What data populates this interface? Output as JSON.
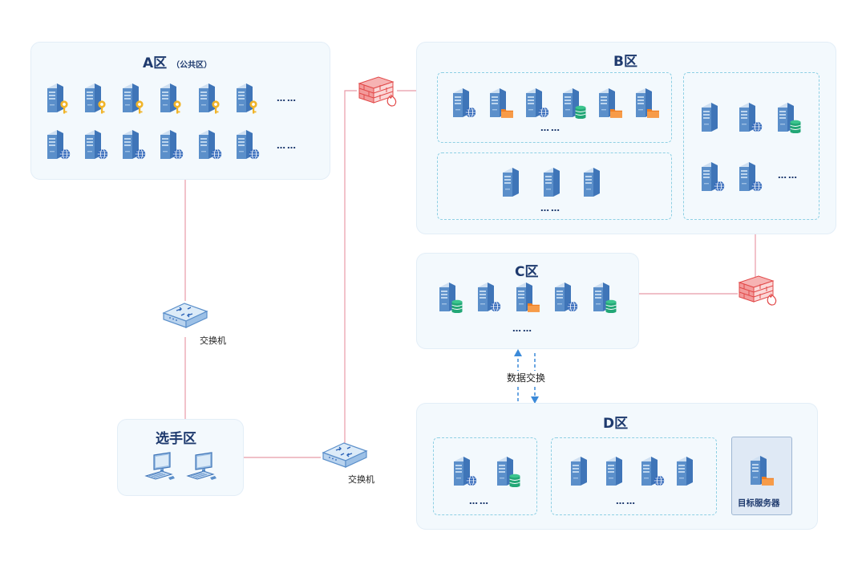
{
  "zones": {
    "a": {
      "title": "A区",
      "subtitle": "（公共区）"
    },
    "b": {
      "title": "B区"
    },
    "c": {
      "title": "C区"
    },
    "d": {
      "title": "D区"
    },
    "player": {
      "title": "选手区"
    }
  },
  "labels": {
    "switch_1": "交换机",
    "switch_2": "交换机",
    "data_exchange": "数据交换",
    "target_server": "目标服务器"
  },
  "ellipsis": "……",
  "colors": {
    "zone_bg": "#f3f9fd",
    "dashed_border": "#8fd0e4",
    "link_line": "#e89aa6",
    "exchange_arrow": "#3b8ad9",
    "server_blue": "#5b8fca",
    "badge_key": "#f0b429",
    "badge_globe": "#2b63b8",
    "badge_db": "#22a776",
    "badge_folder": "#f07f23",
    "firewall": "#e24a4a"
  },
  "icons": [
    "server-icon",
    "key-badge",
    "globe-badge",
    "database-badge",
    "folder-badge",
    "firewall-icon",
    "switch-icon",
    "monitor-icon"
  ]
}
